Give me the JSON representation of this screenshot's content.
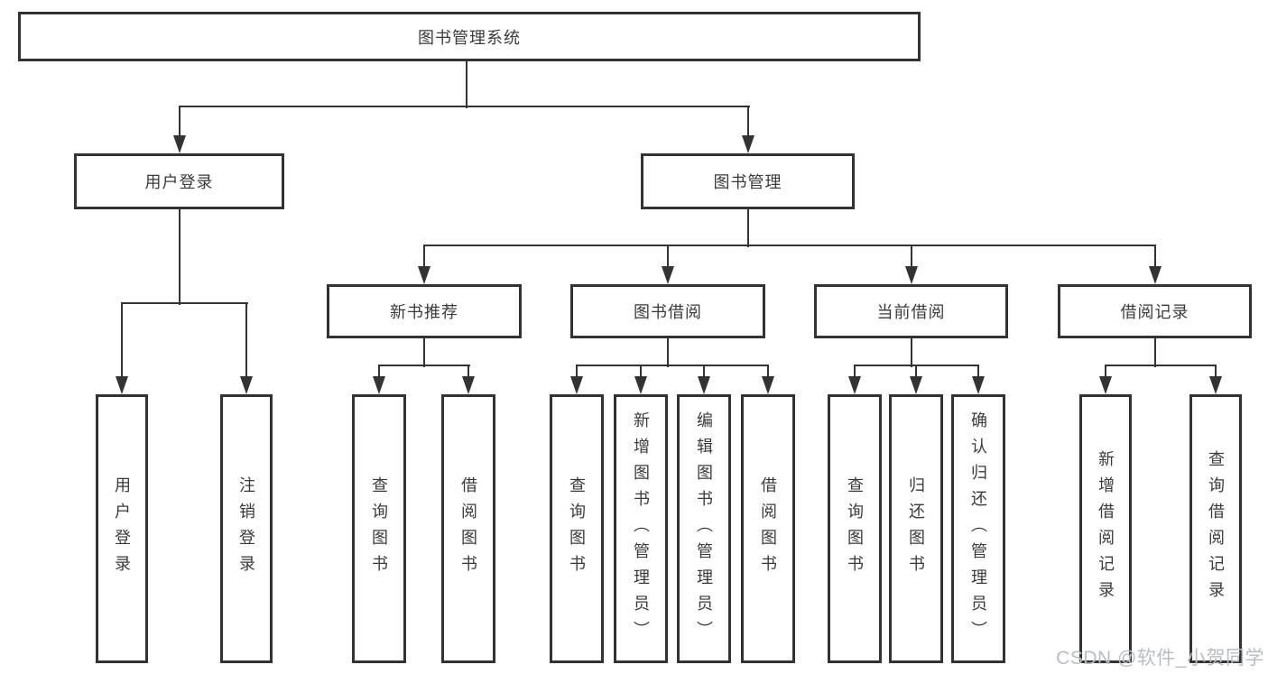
{
  "diagram": {
    "title": "图书管理系统",
    "level2": {
      "user_login": "用户登录",
      "book_mgmt": "图书管理"
    },
    "level3": {
      "new_book_rec": "新书推荐",
      "book_borrow": "图书借阅",
      "current_borrow": "当前借阅",
      "borrow_record": "借阅记录"
    },
    "leaves": {
      "user_login": [
        "用户登录",
        "注销登录"
      ],
      "new_book_rec": [
        "查询图书",
        "借阅图书"
      ],
      "book_borrow": [
        "查询图书",
        "新增图书（管理员）",
        "编辑图书（管理员）",
        "借阅图书"
      ],
      "current_borrow": [
        "查询图书",
        "归还图书",
        "确认归还（管理员）"
      ],
      "borrow_record": [
        "新增借阅记录",
        "查询借阅记录"
      ]
    }
  },
  "watermark": "CSDN @软件_小贺同学",
  "colors": {
    "line": "#333333",
    "text": "#3a3a3a",
    "watermark": "#b9bdc1",
    "background": "#ffffff"
  }
}
